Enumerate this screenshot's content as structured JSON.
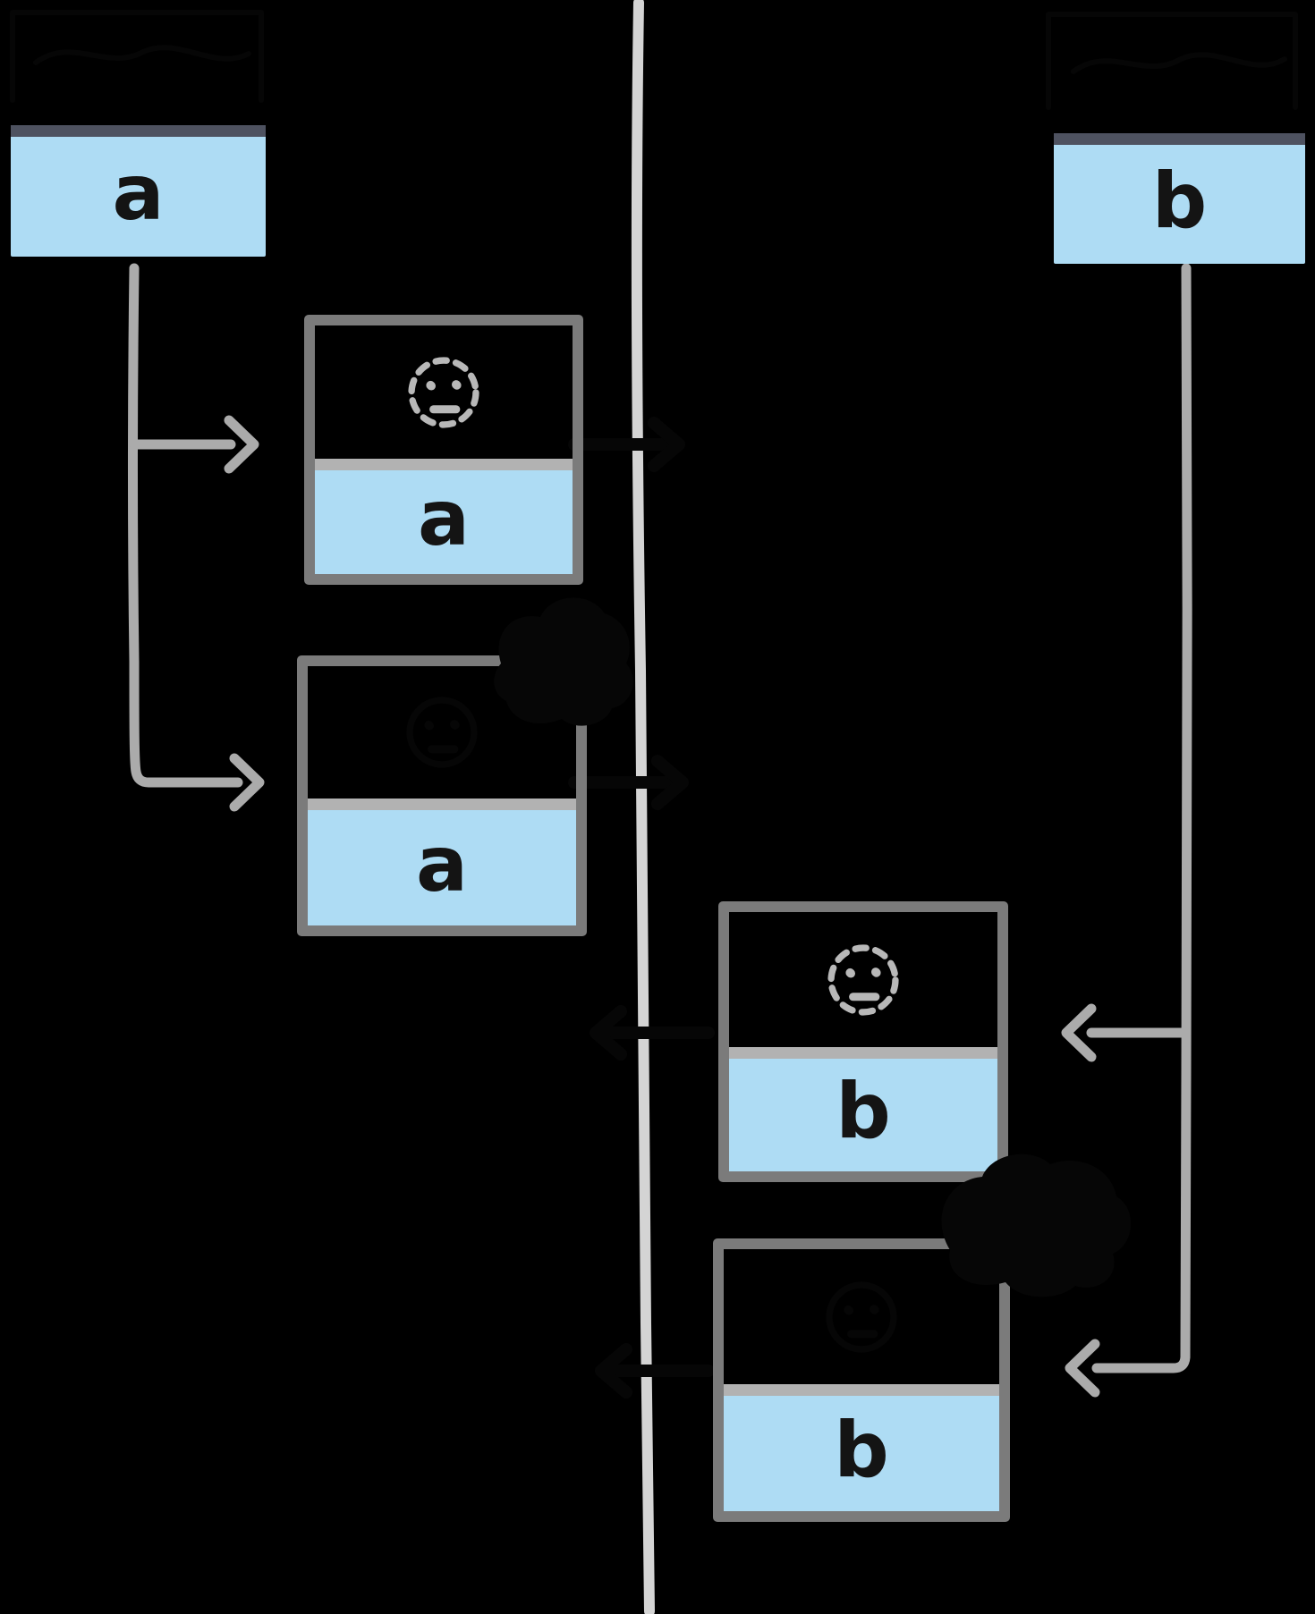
{
  "diagram": {
    "title": "two-windows-timeline-diagram",
    "left_window": {
      "label": "a"
    },
    "right_window": {
      "label": "b"
    },
    "left_instances": [
      {
        "label": "a",
        "face": "pending-dashed-face"
      },
      {
        "label": "a",
        "face": "hidden-ink-face",
        "corner_mark": "hidden-ink-scribble"
      }
    ],
    "right_instances": [
      {
        "label": "b",
        "face": "pending-dashed-face"
      },
      {
        "label": "b",
        "face": "hidden-ink-face",
        "corner_mark": "hidden-ink-scribble"
      }
    ],
    "timeline": {
      "orientation": "vertical",
      "crossing_gaps_y": [
        497,
        875,
        1155,
        1533
      ]
    }
  },
  "icons": {
    "pending_face": "dashed-circle-with-eyes-and-mouth",
    "hidden_face": "solid-circle-with-eyes-and-mouth",
    "arrowhead": "chevron",
    "hidden_scribble": "irregular-ink-blob"
  },
  "palette": {
    "background": "#000000",
    "box_fill": "#aedcf4",
    "box_border": "#7b7b7b",
    "separator": "#b2b2b2",
    "header_strip": "#4e5260",
    "connector": "#ababab",
    "timeline": "#d4d4d4",
    "pending_face": "#b8b8b8",
    "letter_ink": "#141414",
    "hidden_ink": "#060606"
  }
}
